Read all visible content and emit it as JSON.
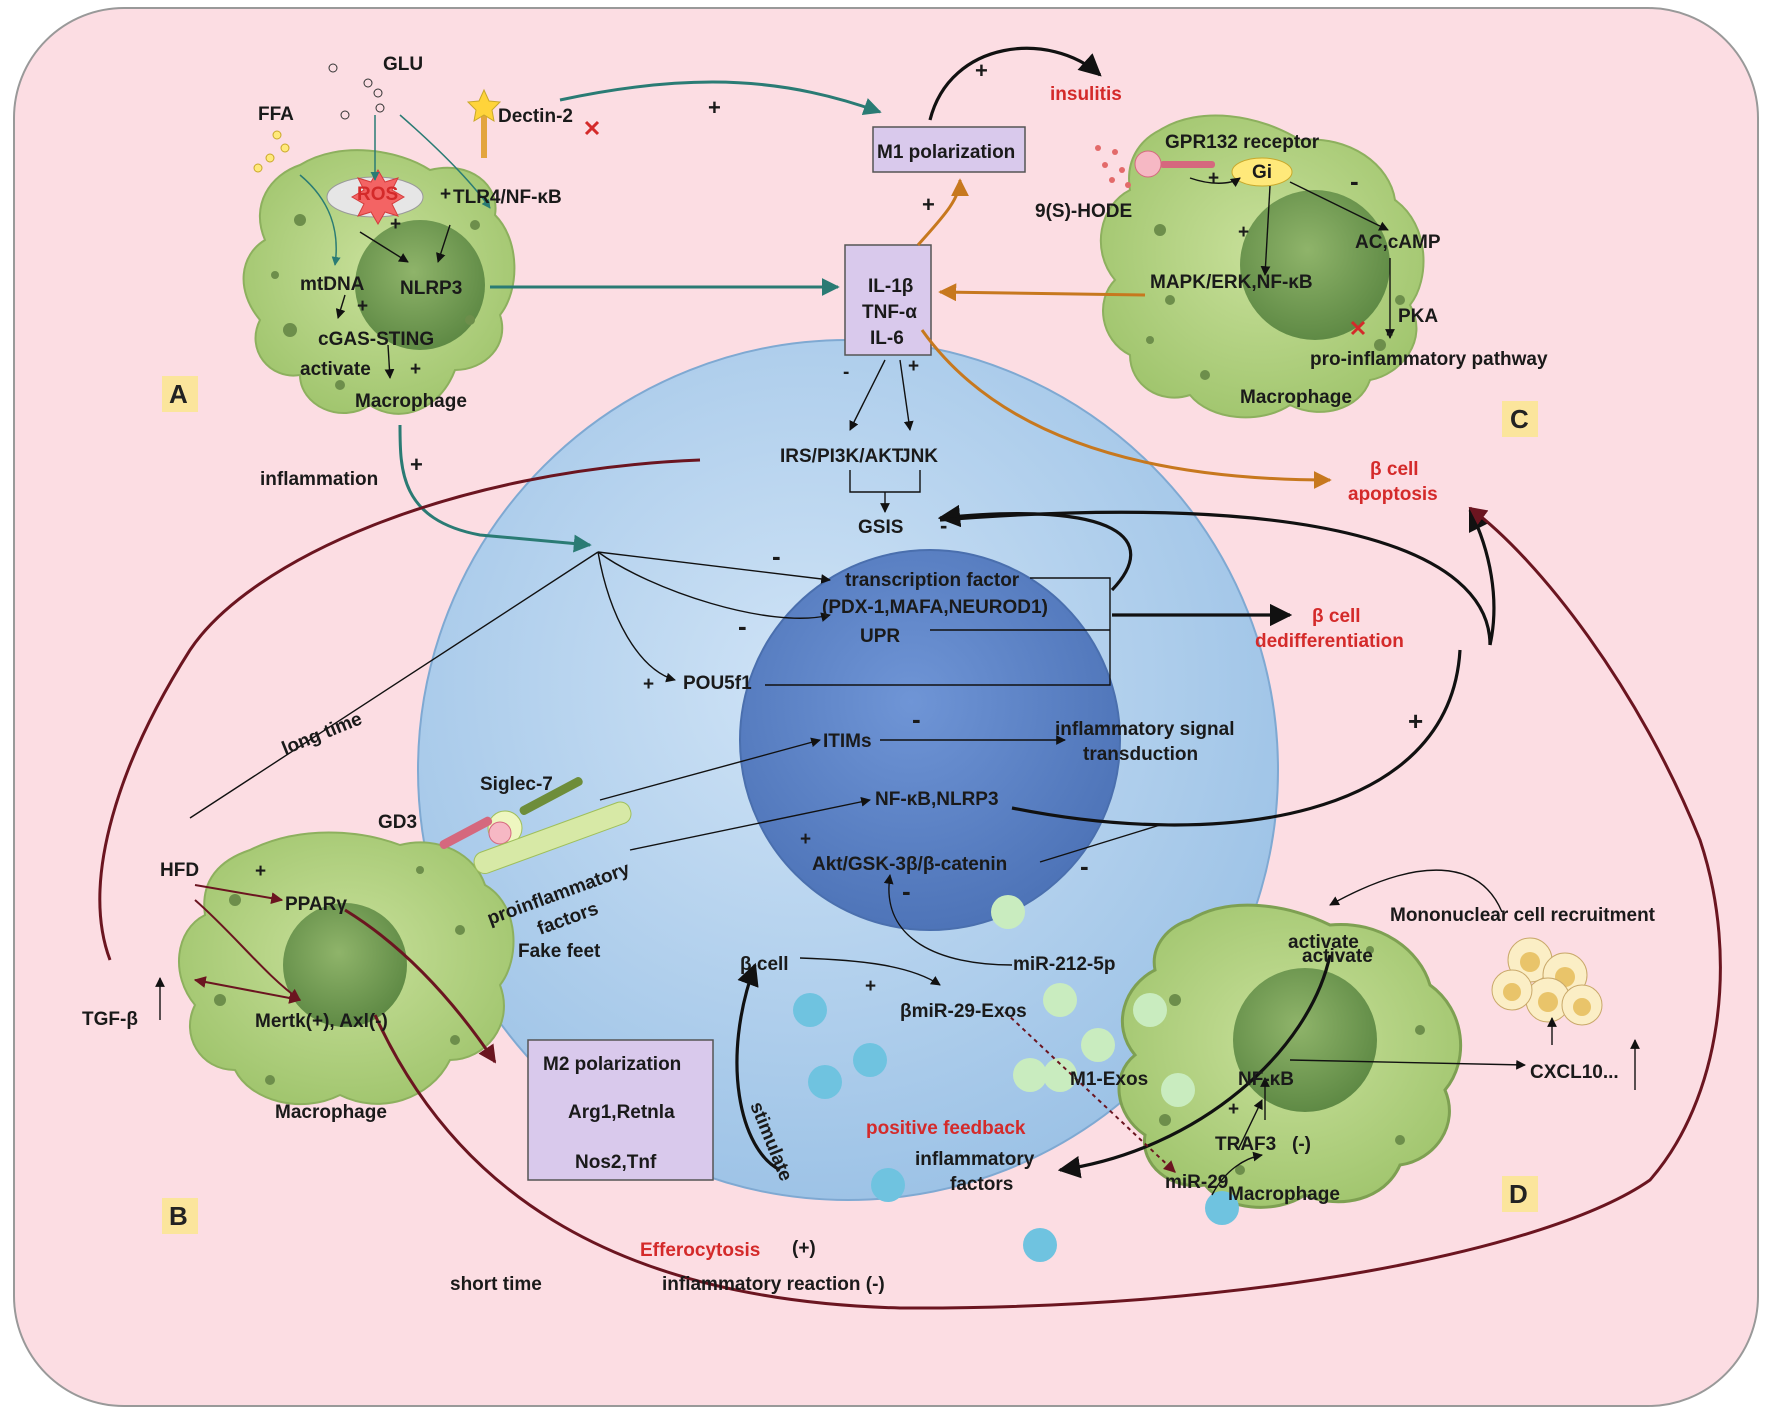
{
  "panels": {
    "a": "A",
    "b": "B",
    "c": "C",
    "d": "D"
  },
  "panel_a": {
    "glu": "GLU",
    "ffa": "FFA",
    "dectin2": "Dectin-2",
    "ros": "ROS",
    "tlr4": "TLR4/NF-κB",
    "nlrp3": "NLRP3",
    "mtdna": "mtDNA",
    "cgas": "cGAS-STING",
    "activate": "activate",
    "macrophage": "Macrophage",
    "inflammation": "inflammation"
  },
  "top": {
    "m1_polarization": "M1 polarization",
    "insulitis": "insulitis",
    "cytokines": [
      "IL-1β",
      "TNF-α",
      "IL-6"
    ]
  },
  "panel_c": {
    "gpr132": "GPR132 receptor",
    "gi": "Gi",
    "hode": "9(S)-HODE",
    "ac_camp": "AC,cAMP",
    "mapk": "MAPK/ERK,NF-κB",
    "pka": "PKA",
    "pro_inflammatory": "pro-inflammatory pathway",
    "macrophage": "Macrophage"
  },
  "center": {
    "irs": "IRS/PI3K/AKT",
    "jnk": "JNK",
    "gsis": "GSIS",
    "transcription_1": "transcription factor",
    "transcription_2": "(PDX-1,MAFA,NEUROD1)",
    "upr": "UPR",
    "pou5f1": "POU5f1",
    "itims": "ITIMs",
    "inflam_signal_1": "inflammatory signal",
    "inflam_signal_2": "transduction",
    "nfkb_nlrp3": "NF-κB,NLRP3",
    "akt_gsk": "Akt/GSK-3β/β-catenin",
    "mir212": "miR-212-5p",
    "beta_cell": "β cell",
    "bmir29": "βmiR-29-Exos",
    "m1_exos": "M1-Exos",
    "positive_feedback": "positive feedback",
    "inflam_factors_1": "inflammatory",
    "inflam_factors_2": "factors",
    "stimulate": "stimulate",
    "mir29": "miR-29"
  },
  "outcomes": {
    "beta_apoptosis_1": "β cell",
    "beta_apoptosis_2": "apoptosis",
    "beta_dediff_1": "β cell",
    "beta_dediff_2": "dedifferentiation"
  },
  "panel_b": {
    "long_time": "long time",
    "siglec7": "Siglec-7",
    "gd3": "GD3",
    "proinflammatory_1": "proinflammatory",
    "proinflammatory_2": "factors",
    "fake_feet": "Fake feet",
    "hfd": "HFD",
    "ppar": "PPARγ",
    "tgf": "TGF-β",
    "mertk": "Mertk(+), Axl(-)",
    "macrophage": "Macrophage",
    "m2_polarization": "M2 polarization",
    "arg1": "Arg1,Retnla",
    "nos2": "Nos2,Tnf",
    "efferocytosis": "Efferocytosis",
    "efferocytosis_sign": "(+)",
    "short_time": "short time",
    "infiammatory_reaction": "infiammatory reaction (-)"
  },
  "panel_d": {
    "mononuclear": "Mononuclear cell recruitment",
    "activate": "activate",
    "nfkb": "NF-κB",
    "cxcl10": "CXCL10...",
    "traf3": "TRAF3",
    "traf3_sign": "(-)",
    "macrophage": "Macrophage"
  },
  "colors": {
    "background": "#fcdde3",
    "macrophage": "#b9d68a",
    "nucleus": "#7ea35a",
    "beta_outer": "#b6d3ee",
    "beta_nucleus": "#5f86c8",
    "box": "#d9c9ec",
    "teal_arrow": "#2a7b74",
    "orange_arrow": "#c7781e",
    "maroon_arrow": "#6b1520",
    "label_box": "#fbe59c",
    "red_text": "#d42a2a"
  }
}
